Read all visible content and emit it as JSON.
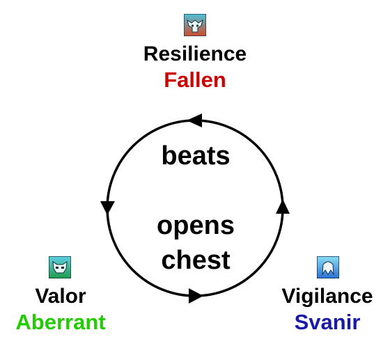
{
  "nodes": {
    "top": {
      "title": "Resilience",
      "subtitle": "Fallen",
      "subtitle_color": "#cc0000",
      "icon": "fallen-emblem-icon"
    },
    "bottom_left": {
      "title": "Valor",
      "subtitle": "Aberrant",
      "subtitle_color": "#22cc00",
      "icon": "aberrant-emblem-icon"
    },
    "bottom_right": {
      "title": "Vigilance",
      "subtitle": "Svanir",
      "subtitle_color": "#1a1aaa",
      "icon": "svanir-emblem-icon"
    }
  },
  "center": {
    "line1": "beats",
    "line2": "opens",
    "line3": "chest"
  }
}
